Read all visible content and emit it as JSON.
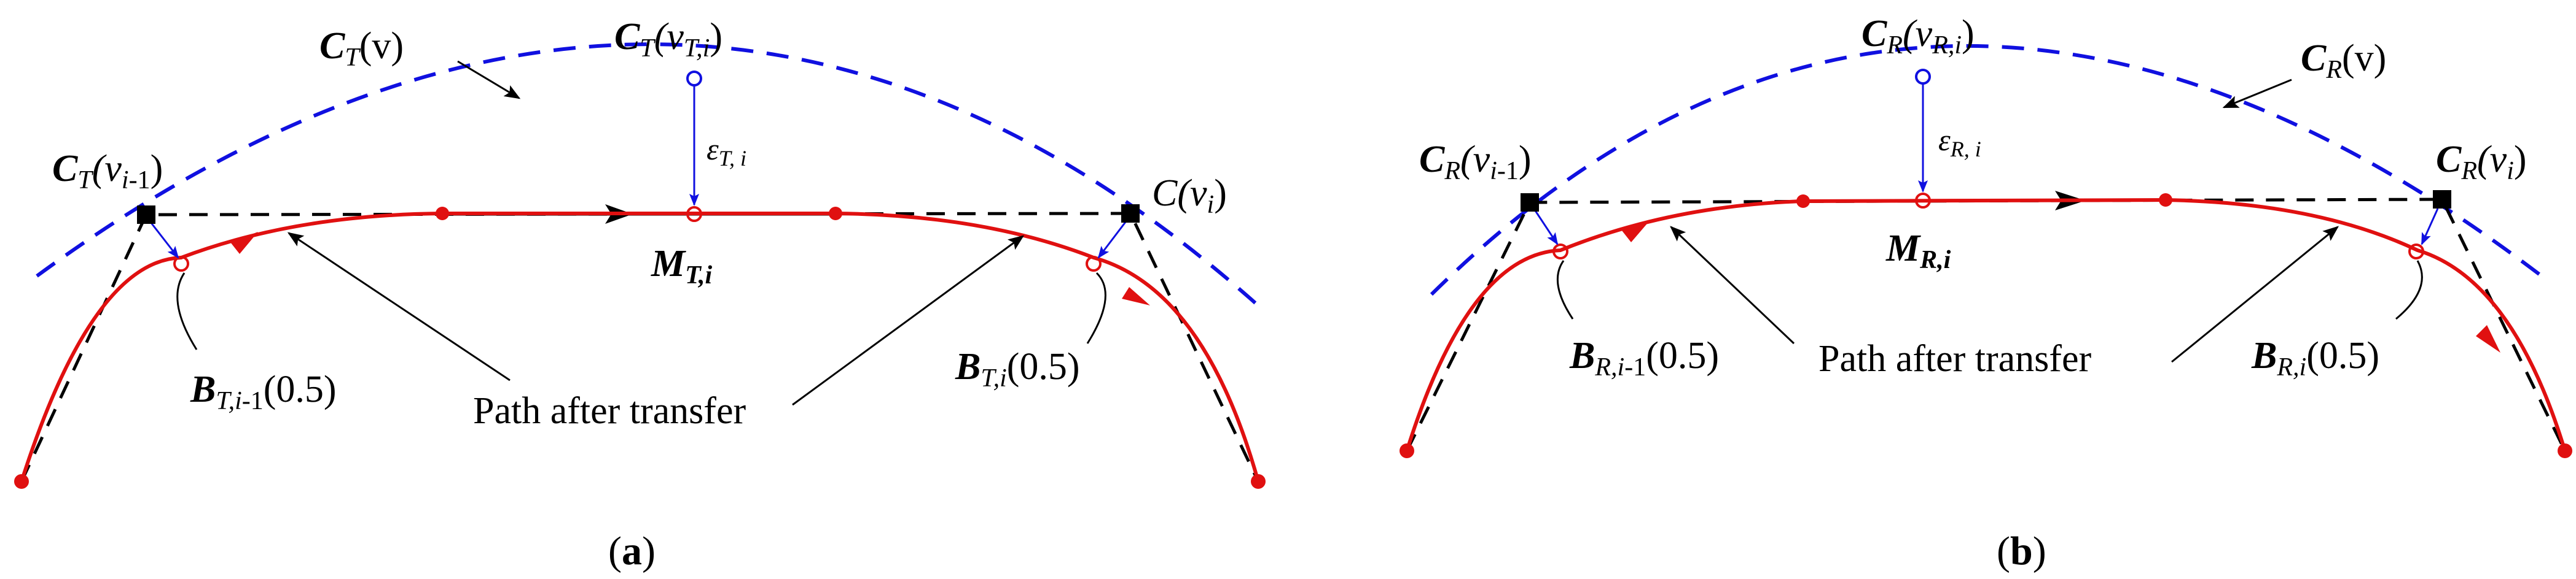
{
  "panel_a": {
    "curve_label": {
      "main": "C",
      "sub": "T",
      "arg": "(v)"
    },
    "top_label": {
      "main": "C",
      "sub": "T",
      "arg_pre": "(v",
      "arg_sub": "T,i",
      "arg_post": ")"
    },
    "left_label": {
      "main": "C",
      "sub": "T",
      "arg_pre": "(v",
      "arg_sub": "i",
      "arg_sub2": "-1",
      "arg_post": ")"
    },
    "right_label": {
      "main": "C",
      "arg_pre": "(v",
      "arg_sub": "i",
      "arg_post": ")"
    },
    "epsilon_label": {
      "main": "ε",
      "sub": "T, i"
    },
    "mid_label": {
      "main": "M",
      "sub": "T,i"
    },
    "b_left_label": {
      "main": "B",
      "sub": "T,i",
      "sub2": "-1",
      "arg": "(0.5)"
    },
    "b_right_label": {
      "main": "B",
      "sub": "T,i",
      "arg": "(0.5)"
    },
    "path_label": "Path after transfer",
    "caption": {
      "open": "(",
      "letter": "a",
      "close": ")"
    }
  },
  "panel_b": {
    "curve_label": {
      "main": "C",
      "sub": "R",
      "arg": "(v)"
    },
    "top_label": {
      "main": "C",
      "sub": "R",
      "arg_pre": "(v",
      "arg_sub": "R,i",
      "arg_post": ")"
    },
    "left_label": {
      "main": "C",
      "sub": "R",
      "arg_pre": "(v",
      "arg_sub": "i",
      "arg_sub2": "-1",
      "arg_post": ")"
    },
    "right_label": {
      "main": "C",
      "sub": "R",
      "arg_pre": "(v",
      "arg_sub": "i",
      "arg_post": ")"
    },
    "epsilon_label": {
      "main": "ε",
      "sub": "R, i"
    },
    "mid_label": {
      "main": "M",
      "sub": "R,i"
    },
    "b_left_label": {
      "main": "B",
      "sub": "R,i",
      "sub2": "-1",
      "arg": "(0.5)"
    },
    "b_right_label": {
      "main": "B",
      "sub": "R,i",
      "arg": "(0.5)"
    },
    "path_label": "Path after transfer",
    "caption": {
      "open": "(",
      "letter": "b",
      "close": ")"
    }
  },
  "colors": {
    "nominal_curve": "#1010e0",
    "path": "#e01010",
    "control_polygon": "#000000",
    "deviation_arrow": "#1010e0"
  }
}
